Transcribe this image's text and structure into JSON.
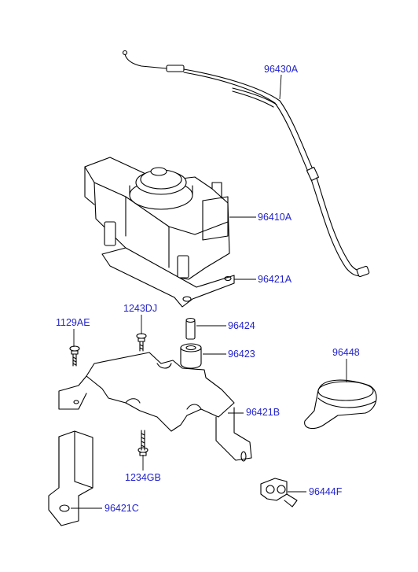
{
  "diagram": {
    "parts": [
      {
        "id": "p96430A",
        "label": "96430A"
      },
      {
        "id": "p96410A",
        "label": "96410A"
      },
      {
        "id": "p96421A",
        "label": "96421A"
      },
      {
        "id": "p1243DJ",
        "label": "1243DJ"
      },
      {
        "id": "p96424",
        "label": "96424"
      },
      {
        "id": "p1129AE",
        "label": "1129AE"
      },
      {
        "id": "p96423",
        "label": "96423"
      },
      {
        "id": "p96448",
        "label": "96448"
      },
      {
        "id": "p96421B",
        "label": "96421B"
      },
      {
        "id": "p1234GB",
        "label": "1234GB"
      },
      {
        "id": "p96444F",
        "label": "96444F"
      },
      {
        "id": "p96421C",
        "label": "96421C"
      }
    ]
  }
}
